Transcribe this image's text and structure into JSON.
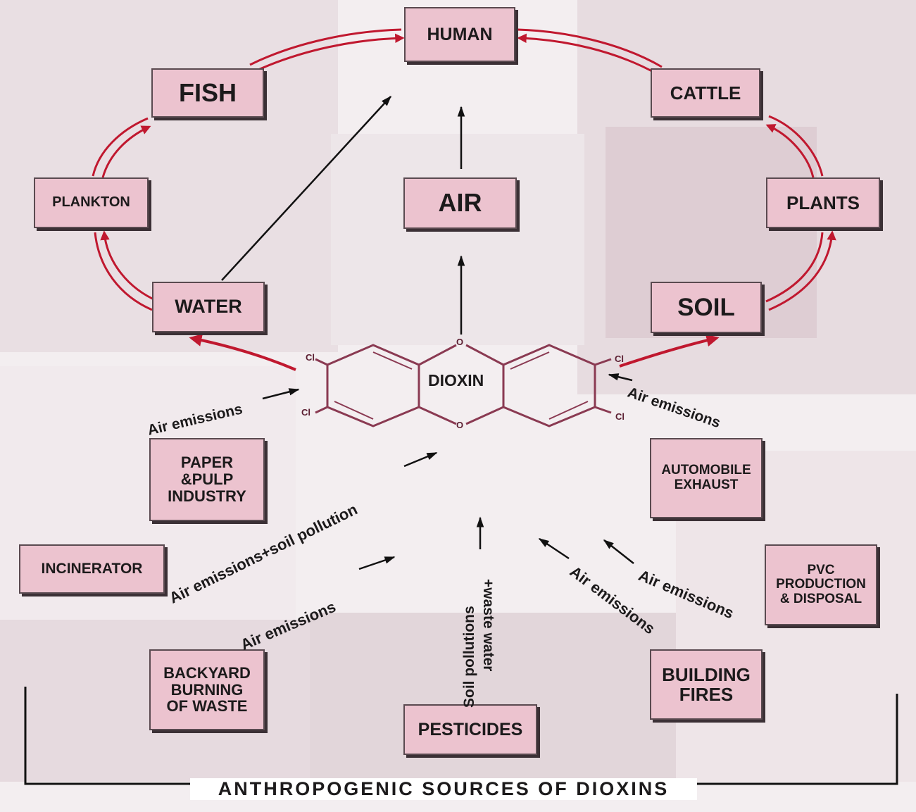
{
  "title": "ANTHROPOGENIC SOURCES OF DIOXINS",
  "nodes": {
    "human": "HUMAN",
    "fish": "FISH",
    "cattle": "CATTLE",
    "plankton": "PLANKTON",
    "air": "AIR",
    "plants": "PLANTS",
    "water": "WATER",
    "soil": "SOIL",
    "dioxin": "DIOXIN"
  },
  "sources": {
    "paper": "PAPER\n&PULP\nINDUSTRY",
    "automobile": "AUTOMOBILE\nEXHAUST",
    "incinerator": "INCINERATOR",
    "pvc": "PVC\nPRODUCTION\n& DISPOSAL",
    "backyard": "BACKYARD\nBURNING\nOF WASTE",
    "building": "BUILDING\nFIRES",
    "pesticides": "PESTICIDES"
  },
  "pathways": {
    "paper": "Air emissions",
    "automobile": "Air emissions",
    "incinerator": "Air emissions+soil pollution",
    "backyard": "Air emissions",
    "pesticides_line1": "Soil pollutions",
    "pesticides_line2": "+waste water",
    "building": "Air emissions",
    "pvc": "Air emissions"
  },
  "molecule": {
    "chlorine": "Cl",
    "oxygen": "O"
  },
  "colors": {
    "box_fill": "#ecc3cf",
    "arrow_red": "#c0182f",
    "arrow_black": "#111111",
    "ring": "#8a3a52"
  }
}
